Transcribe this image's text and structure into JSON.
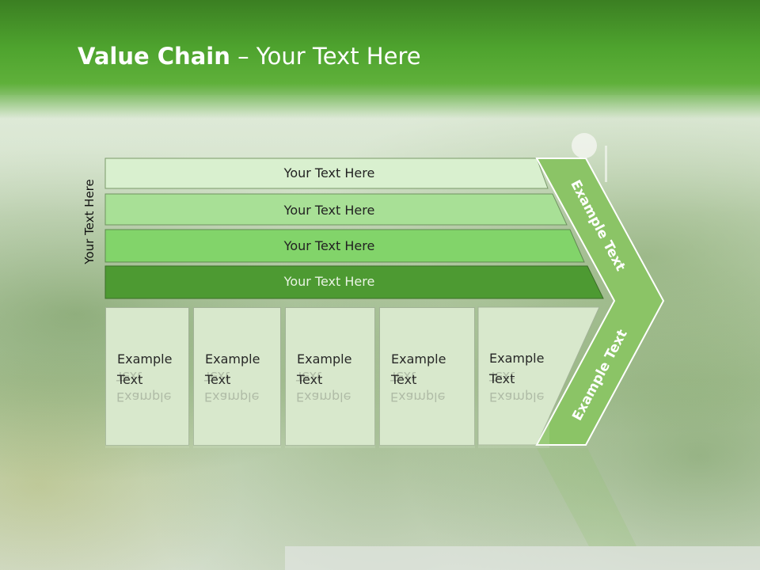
{
  "slide": {
    "title_bold": "Value Chain",
    "title_rest": " – Your Text Here",
    "side_label": "Your Text Here",
    "bars": [
      "Your Text Here",
      "Your Text Here",
      "Your Text Here",
      "Your Text Here"
    ],
    "cells": [
      "Example\nText",
      "Example\nText",
      "Example\nText",
      "Example\nText",
      "Example\nText"
    ],
    "chevron_top_label": "Example Text",
    "chevron_bottom_label": "Example Text"
  },
  "colors": {
    "header_green": "#4ea32e",
    "bar_1": "#d9f0cf",
    "bar_2": "#a8e096",
    "bar_3": "#82d46a",
    "bar_4": "#4d9a32",
    "cell_fill": "#d8e8cc",
    "chevron_fill": "#8bc466"
  }
}
